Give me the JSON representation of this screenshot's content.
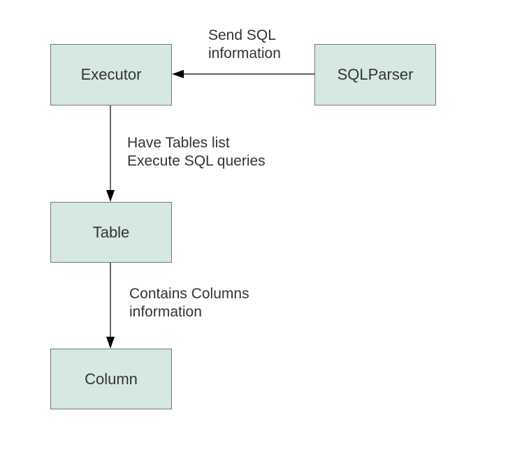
{
  "nodes": {
    "executor": "Executor",
    "sqlparser": "SQLParser",
    "table": "Table",
    "column": "Column"
  },
  "edges": {
    "sqlparser_to_executor": {
      "line1": "Send SQL",
      "line2": "information"
    },
    "executor_to_table": {
      "line1": "Have Tables list",
      "line2": "Execute SQL queries"
    },
    "table_to_column": {
      "line1": "Contains Columns",
      "line2": "information"
    }
  },
  "colors": {
    "node_fill": "#d5e8e4",
    "node_border": "#777777",
    "text": "#333333",
    "edge": "#000000"
  }
}
